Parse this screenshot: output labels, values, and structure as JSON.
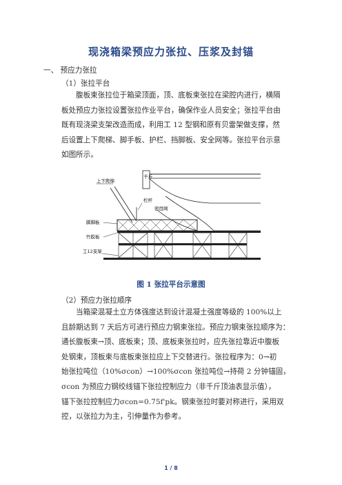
{
  "doc": {
    "title": "现浇箱梁预应力张拉、压浆及封锚",
    "section1": "一、    预应力张拉",
    "sub1": "（1）张拉平台",
    "para1": [
      "腹板束张拉位于箱梁顶面，顶、底板束张拉在梁腔内进行，横隔",
      "板处预应力张拉设置张拉作业平台，确保作业人员安全；张拉平台由",
      "既有现浇梁支架改造而成，利用工 12 型钢和原有贝雷架做支撑，然",
      "后设置上下爬梯、脚手板、护栏、挡脚板、安全网等。张拉平台示意",
      "如图所示。"
    ],
    "figure": {
      "labels": {
        "ladder": "上下爬梯",
        "jack": "千斤",
        "rail": "栏杆",
        "net": "密目网",
        "scaffold": "脚脚板",
        "bamboo": "竹胶板",
        "beam": "工12支架"
      },
      "caption": "图 1 张拉平台示意图"
    },
    "sub2": "（2）预应力张拉顺序",
    "para2": [
      "当箱梁混凝土立方体强度达到设计混凝土强度等级的 100%以上",
      "且龄期达到 7 天后方可进行预应力钢束张拉。预应力钢束张拉顺序为：",
      "通长腹板束→顶、底板束；顶、底板束张拉时，应先张拉靠近中腹板",
      "处钢束，顶板束与底板束张拉应上下交替进行。张拉程序为：0→初",
      "始张拉吨位（10%σcon）→100%σcon 张拉吨位→持荷 2 分钟锚固，",
      "σcon 为预应力钢绞线锚下张拉控制应力（非千斤顶油表显示值），",
      "锚下张拉控制应力σcon=0.75f'pk。钢束张拉时要对称进行，采用双",
      "控，以张拉力为主，引伸量作为参考。"
    ],
    "footer": "1 / 8"
  }
}
